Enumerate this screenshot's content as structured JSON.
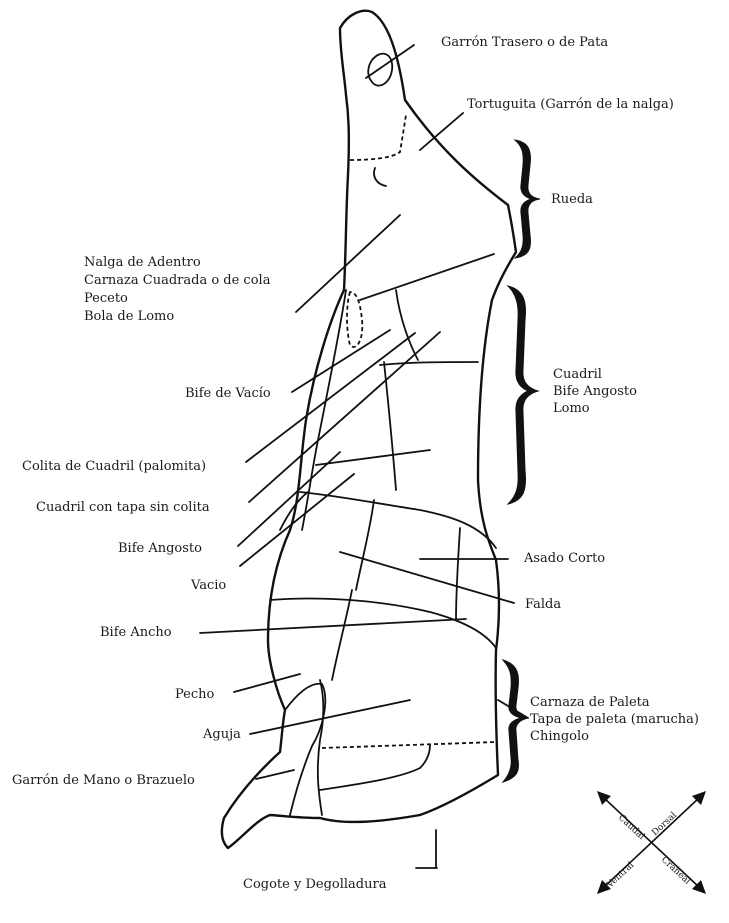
{
  "labels": {
    "garron_trasero": "Garrón Trasero o de Pata",
    "tortuguita": "Tortuguita (Garrón de la nalga)",
    "rueda": "Rueda",
    "nalga_group": [
      "Nalga de Adentro",
      "Carnaza Cuadrada o de cola",
      "Peceto",
      "Bola de Lomo"
    ],
    "cuadril_group": [
      "Cuadril",
      "Bife Angosto",
      "Lomo"
    ],
    "bife_vacio": "Bife de Vacío",
    "colita_cuadril": "Colita de Cuadril (palomita)",
    "cuadril_tapa": "Cuadril con tapa sin colita",
    "bife_angosto": "Bife Angosto",
    "vacio": "Vacio",
    "asado_corto": "Asado Corto",
    "falda": "Falda",
    "bife_ancho": "Bife Ancho",
    "pecho": "Pecho",
    "aguja": "Aguja",
    "paleta_group": [
      "Carnaza de Paleta",
      "Tapa de paleta (marucha)",
      "Chingolo"
    ],
    "garron_mano": "Garrón de Mano o Brazuelo",
    "cogote": "Cogote y Degolladura"
  },
  "compass": {
    "caudal": "Caudal",
    "dorsal": "Dorsal",
    "ventral": "Ventral",
    "craneal": "Craneal"
  }
}
